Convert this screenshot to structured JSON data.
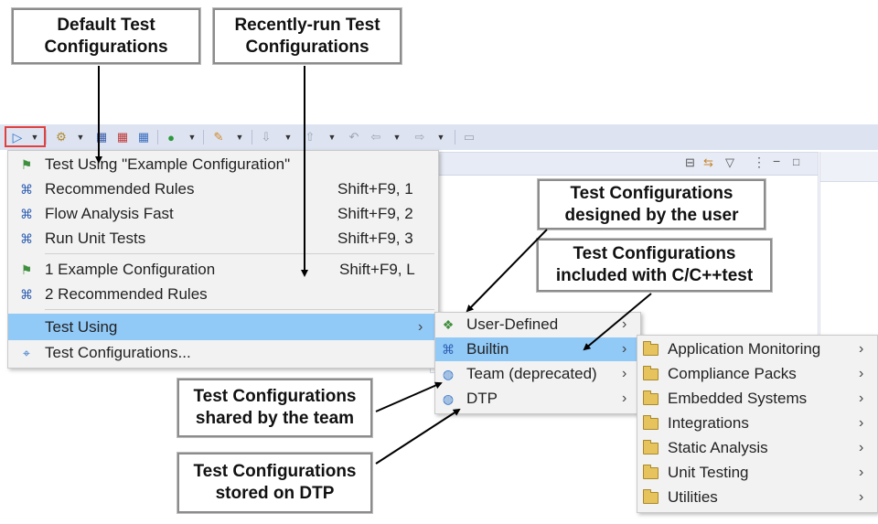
{
  "callouts": {
    "default_configs": [
      "Default Test",
      "Configurations"
    ],
    "recent_configs": [
      "Recently-run Test",
      "Configurations"
    ],
    "user_designed": [
      "Test Configurations",
      "designed by the user"
    ],
    "included": [
      "Test Configurations",
      "included with C/C++test"
    ],
    "team_shared": [
      "Test Configurations",
      "shared by the team"
    ],
    "dtp_stored": [
      "Test Configurations",
      "stored on DTP"
    ]
  },
  "main_menu": {
    "items": [
      {
        "label": "Test Using \"Example Configuration\"",
        "shortcut": "",
        "icon": "test-config-icon"
      },
      {
        "label": "Recommended Rules",
        "shortcut": "Shift+F9, 1",
        "icon": "rules-config-icon"
      },
      {
        "label": "Flow Analysis Fast",
        "shortcut": "Shift+F9, 2",
        "icon": "rules-config-icon"
      },
      {
        "label": "Run Unit Tests",
        "shortcut": "Shift+F9, 3",
        "icon": "rules-config-icon"
      },
      {
        "label": "1 Example Configuration",
        "shortcut": "Shift+F9, L",
        "icon": "test-config-icon"
      },
      {
        "label": "2 Recommended Rules",
        "shortcut": "",
        "icon": "rules-config-icon"
      },
      {
        "label": "Test Using",
        "shortcut": "",
        "icon": ""
      },
      {
        "label": "Test Configurations...",
        "shortcut": "",
        "icon": "test-configurations-icon"
      }
    ]
  },
  "test_using_menu": {
    "items": [
      {
        "label": "User-Defined",
        "icon": "user-defined-icon"
      },
      {
        "label": "Builtin",
        "icon": "builtin-icon"
      },
      {
        "label": "Team (deprecated)",
        "icon": "team-icon"
      },
      {
        "label": "DTP",
        "icon": "dtp-icon"
      }
    ]
  },
  "builtin_menu": {
    "items": [
      {
        "label": "Application Monitoring"
      },
      {
        "label": "Compliance Packs"
      },
      {
        "label": "Embedded Systems"
      },
      {
        "label": "Integrations"
      },
      {
        "label": "Static Analysis"
      },
      {
        "label": "Unit Testing"
      },
      {
        "label": "Utilities"
      }
    ]
  },
  "colors": {
    "highlight": "#91c9f7",
    "toolbar": "#dde3f1",
    "run_button_border": "#e0413f"
  }
}
